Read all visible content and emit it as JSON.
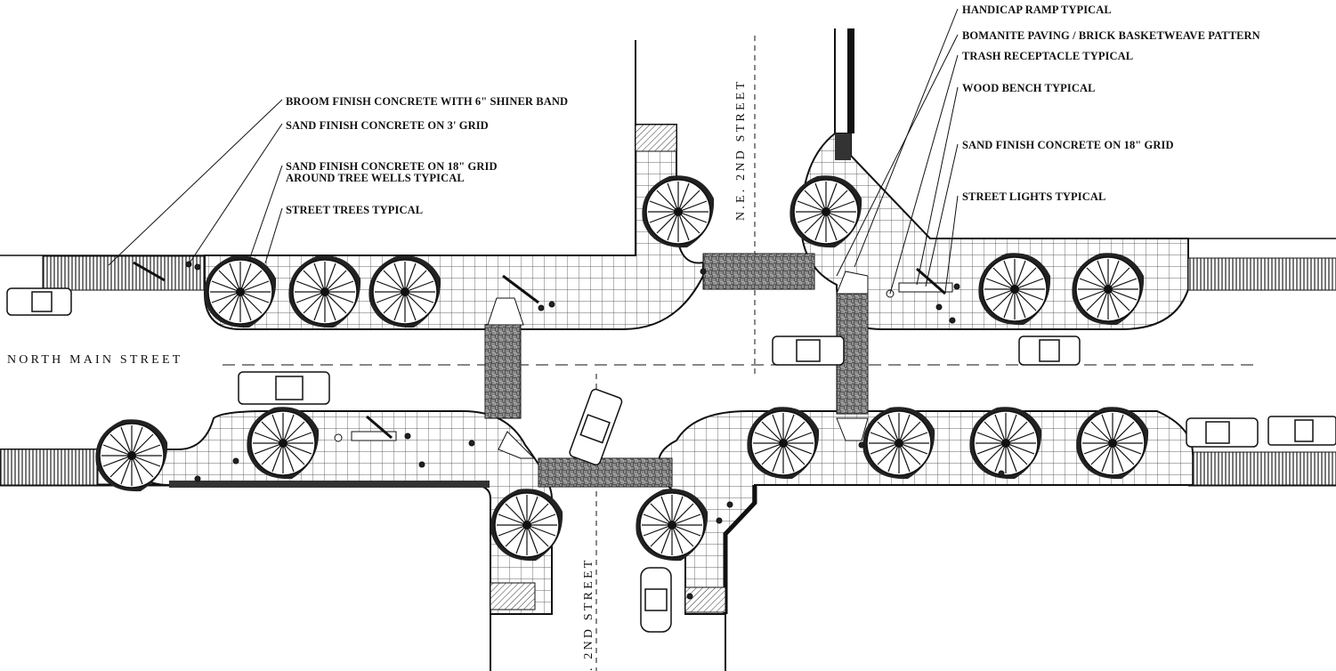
{
  "callouts": {
    "broom_finish": "BROOM FINISH CONCRETE WITH 6\" SHINER BAND",
    "sand_3ft": "SAND FINISH CONCRETE ON 3' GRID",
    "sand_18_tree_line1": "SAND FINISH CONCRETE ON 18\" GRID",
    "sand_18_tree_line2": "AROUND TREE WELLS TYPICAL",
    "street_trees": "STREET TREES TYPICAL",
    "handicap_ramp": "HANDICAP RAMP TYPICAL",
    "bomanite": "BOMANITE PAVING / BRICK BASKETWEAVE PATTERN",
    "trash": "TRASH RECEPTACLE TYPICAL",
    "bench": "WOOD BENCH TYPICAL",
    "sand_18": "SAND FINISH CONCRETE ON 18\" GRID",
    "street_lights": "STREET LIGHTS TYPICAL"
  },
  "streets": {
    "north_main": "NORTH MAIN STREET",
    "ne_2nd": "N.E. 2ND STREET",
    "se_2nd": ". 2ND STREET"
  },
  "colors": {
    "ink": "#111111",
    "paper": "#ffffff",
    "paving": "#444444",
    "shadow": "#222222"
  }
}
